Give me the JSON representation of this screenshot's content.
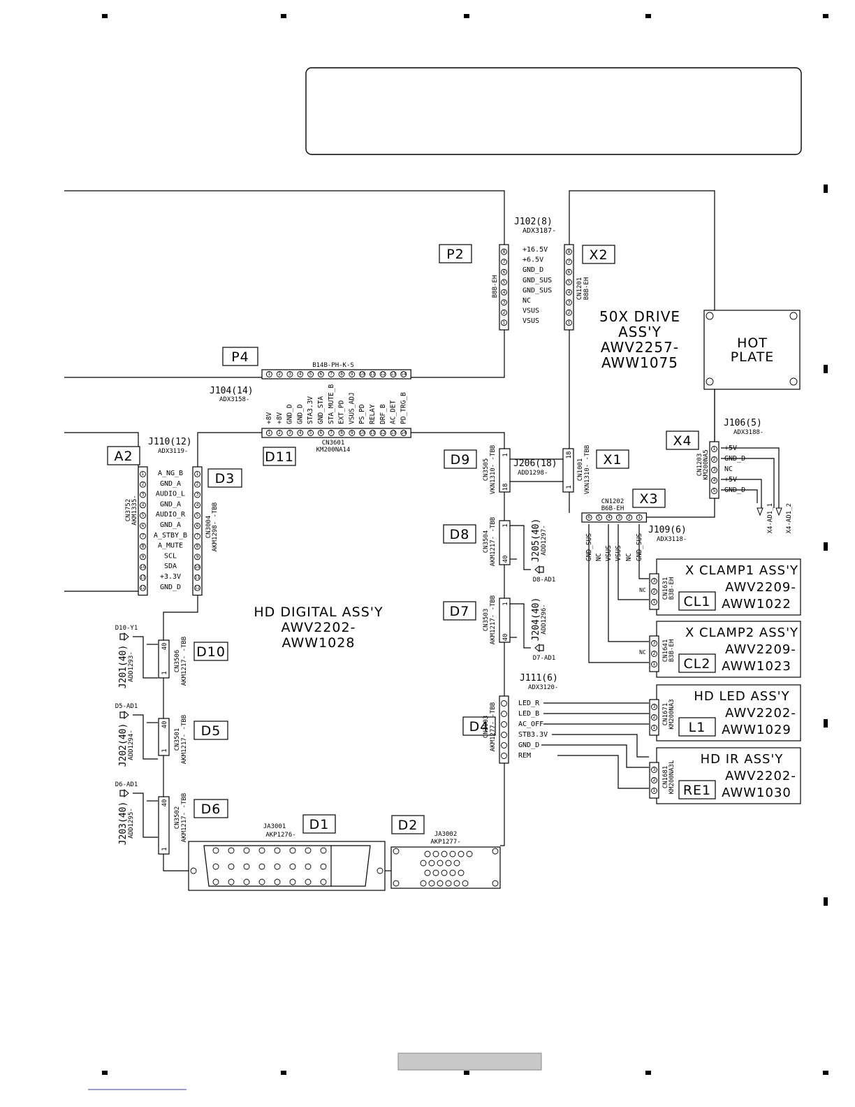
{
  "assemblies": {
    "hd_digital": [
      "HD DIGITAL ASS'Y",
      "AWV2202-",
      "AWW1028"
    ],
    "drive": [
      "50X DRIVE",
      "ASS'Y",
      "AWV2257-",
      "AWW1075"
    ],
    "hot_plate": [
      "HOT",
      "PLATE"
    ],
    "clamp1": [
      "X CLAMP1 ASS'Y",
      "AWV2209-",
      "AWW1022"
    ],
    "clamp2": [
      "X CLAMP2 ASS'Y",
      "AWV2209-",
      "AWW1023"
    ],
    "led": [
      "HD LED ASS'Y",
      "AWV2202-",
      "AWW1029"
    ],
    "ir": [
      "HD IR ASS'Y",
      "AWV2202-",
      "AWW1030"
    ]
  },
  "tags": {
    "P2": "P2",
    "X2": "X2",
    "P4": "P4",
    "A2": "A2",
    "D11": "D11",
    "D3": "D3",
    "D9": "D9",
    "X1": "X1",
    "X4": "X4",
    "X3": "X3",
    "D8": "D8",
    "D7": "D7",
    "D10": "D10",
    "D5": "D5",
    "D4": "D4",
    "D6": "D6",
    "D1": "D1",
    "D2": "D2",
    "CL1": "CL1",
    "CL2": "CL2",
    "L1": "L1",
    "RE1": "RE1"
  },
  "cables": {
    "J102": [
      "J102(8)",
      "ADX3187-"
    ],
    "J104": [
      "J104(14)",
      "ADX3158-"
    ],
    "J110": [
      "J110(12)",
      "ADX3119-"
    ],
    "J206": [
      "J206(18)",
      "ADD1298-"
    ],
    "J106": [
      "J106(5)",
      "ADX3188-"
    ],
    "J109": [
      "J109(6)",
      "ADX3118-"
    ],
    "J205": [
      "J205(40)",
      "ADD1297-"
    ],
    "J204": [
      "J204(40)",
      "ADD1296-"
    ],
    "J201": [
      "J201(40)",
      "ADD1293-"
    ],
    "J202": [
      "J202(40)",
      "ADD1294-"
    ],
    "J203": [
      "J203(40)",
      "ADD1295-"
    ],
    "J111": [
      "J111(6)",
      "ADX3120-"
    ]
  },
  "connectors": {
    "b8b": "B8B-EH",
    "cn1201": [
      "CN1201",
      "B8B-EH"
    ],
    "b14b": "B14B-PH-K-S",
    "cn3601": [
      "CN3601",
      "KM200NA14"
    ],
    "cn3752": [
      "CN3752",
      "AKM1335-"
    ],
    "cn3004": [
      "CN3004",
      "AKM1298- -TBB"
    ],
    "cn3505": [
      "CN3505",
      "VKN1310- -TBB"
    ],
    "cn1001": [
      "CN1001",
      "VKN1310- -TBB"
    ],
    "cn1202": [
      "CN1202",
      "B6B-EH"
    ],
    "cn1203": [
      "CN1203",
      "KM200NA5"
    ],
    "cn3504": [
      "CN3504",
      "AKM1217- -TBB"
    ],
    "cn3503": [
      "CN3503",
      "AKM1217- -TBB"
    ],
    "cn3506": [
      "CN3506",
      "AKM1217- -TBB"
    ],
    "cn3501": [
      "CN3501",
      "AKM1217- -TBB"
    ],
    "cn3502": [
      "CN3502",
      "AKM1217- -TBB"
    ],
    "cn3003": [
      "CN3003",
      "AKM1277- -TBB"
    ],
    "cn1631": [
      "CN1631",
      "B3B-EH"
    ],
    "cn1641": [
      "CN1641",
      "B3B-EH"
    ],
    "cn1671": [
      "CN1671",
      "KM200NA3"
    ],
    "cn1681": [
      "CN1681",
      "KM200NA3L"
    ],
    "ja3001": [
      "JA3001",
      "AKP1276-"
    ],
    "ja3002": [
      "JA3002",
      "AKP1277-"
    ]
  },
  "signals": {
    "j102": [
      "+16.5V",
      "+6.5V",
      "GND_D",
      "GND_SUS",
      "GND_SUS",
      "NC",
      "VSUS",
      "VSUS"
    ],
    "j104": [
      "+8V",
      "+8V",
      "GND_D",
      "GND_D",
      "STA3.3V",
      "GND_STA",
      "STA_MUTE_B",
      "EXT_PD",
      "VSUS_ADJ",
      "PS_PD",
      "RELAY",
      "DRF_B",
      "AC_DET",
      "PD_TRG_B"
    ],
    "j110": [
      "A_NG_B",
      "GND_A",
      "AUDIO_L",
      "GND_A",
      "AUDIO_R",
      "GND_A",
      "A_STBY_B",
      "A_MUTE",
      "SCL",
      "SDA",
      "+3.3V",
      "GND_D"
    ],
    "j106": [
      "+5V",
      "GND_D",
      "NC",
      "+5V",
      "GND_D"
    ],
    "j109": [
      "GND_SUS",
      "NC",
      "VSUS",
      "VSUS",
      "NC",
      "GND_SUS"
    ],
    "j111": [
      "LED_R",
      "LED_B",
      "AC_OFF",
      "STB3.3V",
      "GND_D",
      "REM"
    ],
    "nc": "NC"
  },
  "jacks": {
    "d8": "D8-AD1",
    "d7": "D7-AD1",
    "d10": "D10-Y1",
    "d5": "D5-AD1",
    "d6": "D6-AD1",
    "x4_1": "X4-AD1_1",
    "x4_2": "X4-AD1_2"
  },
  "pin_ends": {
    "one": "1",
    "eighteen": "18",
    "forty": "40"
  }
}
